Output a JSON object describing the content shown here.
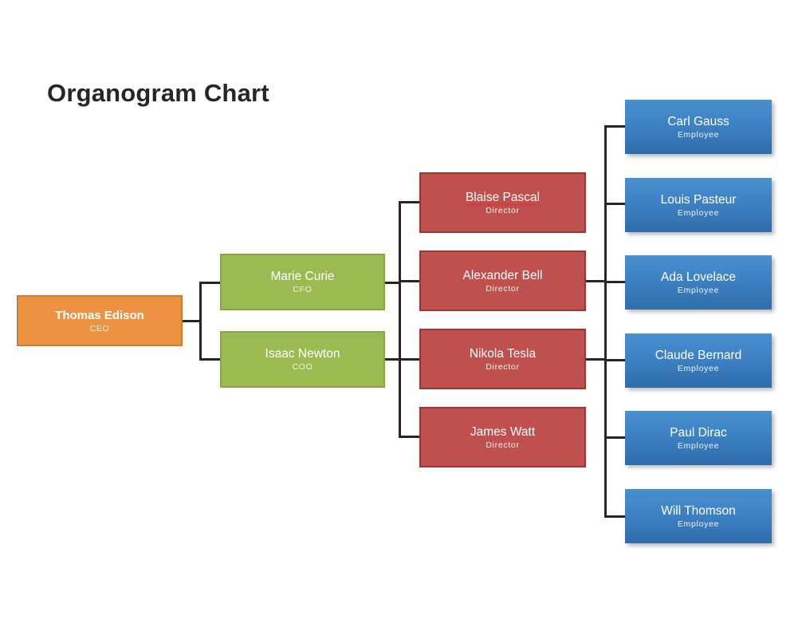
{
  "title": "Organogram Chart",
  "colors": {
    "ceo_fill": "#ed9242",
    "ceo_border": "#c87d2f",
    "exec_fill": "#9cba52",
    "exec_border": "#8aa445",
    "director_fill": "#c0504d",
    "director_border": "#953735",
    "employee_fill_top": "#4a8fd0",
    "employee_fill_bottom": "#2f6cab",
    "connector": "#262626",
    "title_text": "#262626",
    "background": "#ffffff"
  },
  "nodes": {
    "ceo": {
      "name": "Thomas Edison",
      "title": "CEO"
    },
    "executives": [
      {
        "name": "Marie Curie",
        "title": "CFO"
      },
      {
        "name": "Isaac Newton",
        "title": "COO"
      }
    ],
    "directors": [
      {
        "name": "Blaise Pascal",
        "title": "Director"
      },
      {
        "name": "Alexander Bell",
        "title": "Director"
      },
      {
        "name": "Nikola Tesla",
        "title": "Director"
      },
      {
        "name": "James Watt",
        "title": "Director"
      }
    ],
    "employees": [
      {
        "name": "Carl Gauss",
        "title": "Employee"
      },
      {
        "name": "Louis Pasteur",
        "title": "Employee"
      },
      {
        "name": "Ada Lovelace",
        "title": "Employee"
      },
      {
        "name": "Claude Bernard",
        "title": "Employee"
      },
      {
        "name": "Paul Dirac",
        "title": "Employee"
      },
      {
        "name": "Will Thomson",
        "title": "Employee"
      }
    ]
  }
}
